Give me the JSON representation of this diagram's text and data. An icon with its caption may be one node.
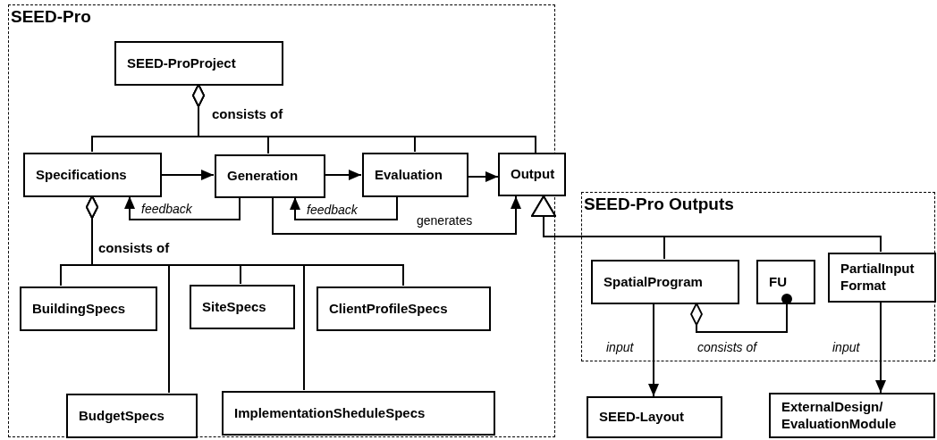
{
  "diagram": {
    "nodes": [
      {
        "text": [
          "SEED-Pro"
        ]
      },
      {
        "text": [
          "SEED-ProProject"
        ],
        "in": 0
      },
      {
        "text": [
          "Specifications"
        ],
        "in": 0
      },
      {
        "text": [
          "Generation"
        ],
        "in": 0
      },
      {
        "text": [
          "Evaluation"
        ],
        "in": 0
      },
      {
        "text": [
          "Output"
        ]
      },
      {
        "text": [
          "SEED-Pro Outputs"
        ]
      },
      {
        "text": [
          "BuildingSpecs"
        ],
        "in": 0
      },
      {
        "text": [
          "SiteSpecs"
        ],
        "in": 0
      },
      {
        "text": [
          "ClientProfileSpecs"
        ],
        "in": 0
      },
      {
        "text": [
          "BudgetSpecs"
        ],
        "in": 0
      },
      {
        "text": [
          "ImplementationSheduleSpecs"
        ],
        "in": 0
      },
      {
        "text": [
          "SpatialProgram"
        ],
        "in": 6
      },
      {
        "text": [
          "FU"
        ],
        "in": 6
      },
      {
        "text": [
          "PartialInput Format"
        ],
        "in": 6
      },
      {
        "text": [
          "SEED-Layout"
        ]
      },
      {
        "text": [
          "ExternalDesign/ EvaluationModule"
        ]
      }
    ],
    "edges": [
      {
        "from": 1,
        "to": 2,
        "arrow": "other",
        "label": "consists of"
      },
      {
        "from": 1,
        "to": 3,
        "arrow": "other"
      },
      {
        "from": 1,
        "to": 4,
        "arrow": "other"
      },
      {
        "from": 1,
        "to": 5,
        "arrow": "other"
      },
      {
        "from": 2,
        "to": 3,
        "arrow": "to"
      },
      {
        "from": 3,
        "to": 4,
        "arrow": "to"
      },
      {
        "from": 4,
        "to": 5,
        "arrow": "to"
      },
      {
        "from": 3,
        "to": 2,
        "arrow": "to",
        "label": "feedback"
      },
      {
        "from": 4,
        "to": 3,
        "arrow": "to",
        "label": "feedback"
      },
      {
        "from": 3,
        "to": 5,
        "arrow": "to",
        "label": "generates"
      },
      {
        "from": 12,
        "to": 5,
        "arrow": "to"
      },
      {
        "from": 14,
        "to": 5,
        "arrow": "to"
      },
      {
        "from": 2,
        "to": 7,
        "arrow": "other",
        "label": "consists of"
      },
      {
        "from": 2,
        "to": 10,
        "arrow": "other"
      },
      {
        "from": 2,
        "to": 8,
        "arrow": "other"
      },
      {
        "from": 2,
        "to": 11,
        "arrow": "other"
      },
      {
        "from": 2,
        "to": 9,
        "arrow": "other"
      },
      {
        "from": 12,
        "to": 13,
        "arrow": "other",
        "label": "consists of"
      },
      {
        "from": 12,
        "to": 15,
        "arrow": "to",
        "label": "input"
      },
      {
        "from": 14,
        "to": 16,
        "arrow": "to",
        "label": "input"
      }
    ]
  }
}
